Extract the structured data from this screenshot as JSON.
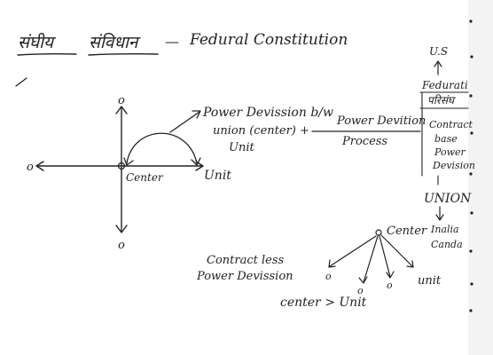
{
  "title": {
    "hindi_part1": "संघीय",
    "hindi_part2": "संविधान",
    "dash": "—",
    "english": "Fedural Constitution"
  },
  "left_diagram": {
    "top_node": "o",
    "bottom_node": "o",
    "left_node": "o",
    "center_label": "Center",
    "unit_label": "Unit",
    "power_division_lines": [
      "Power Devission b/w",
      "union (center) +",
      "Unit"
    ]
  },
  "process_label": {
    "lines": [
      "Power Devition",
      "Process"
    ]
  },
  "right_column": {
    "us_label": "U.S",
    "lines": [
      "Fedurati",
      "परिसंघ",
      "Contract",
      "base",
      "Power",
      "Devision"
    ],
    "union_label": "UNION",
    "india_lines": [
      "Inalia",
      "Canda"
    ]
  },
  "bottom_diagram": {
    "center_label": "Center",
    "contract_lines": [
      "Contract less",
      "Power Devission"
    ],
    "unit_label": "unit",
    "small_node": "o",
    "footer": "center > Unit"
  }
}
